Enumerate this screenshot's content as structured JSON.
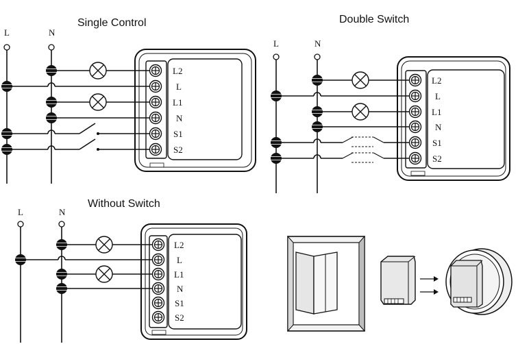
{
  "titles": {
    "single": "Single Control",
    "double": "Double Switch",
    "without": "Without Switch"
  },
  "line_labels": {
    "l": "L",
    "n": "N"
  },
  "terminals": [
    "L2",
    "L",
    "L1",
    "N",
    "S1",
    "S2"
  ]
}
